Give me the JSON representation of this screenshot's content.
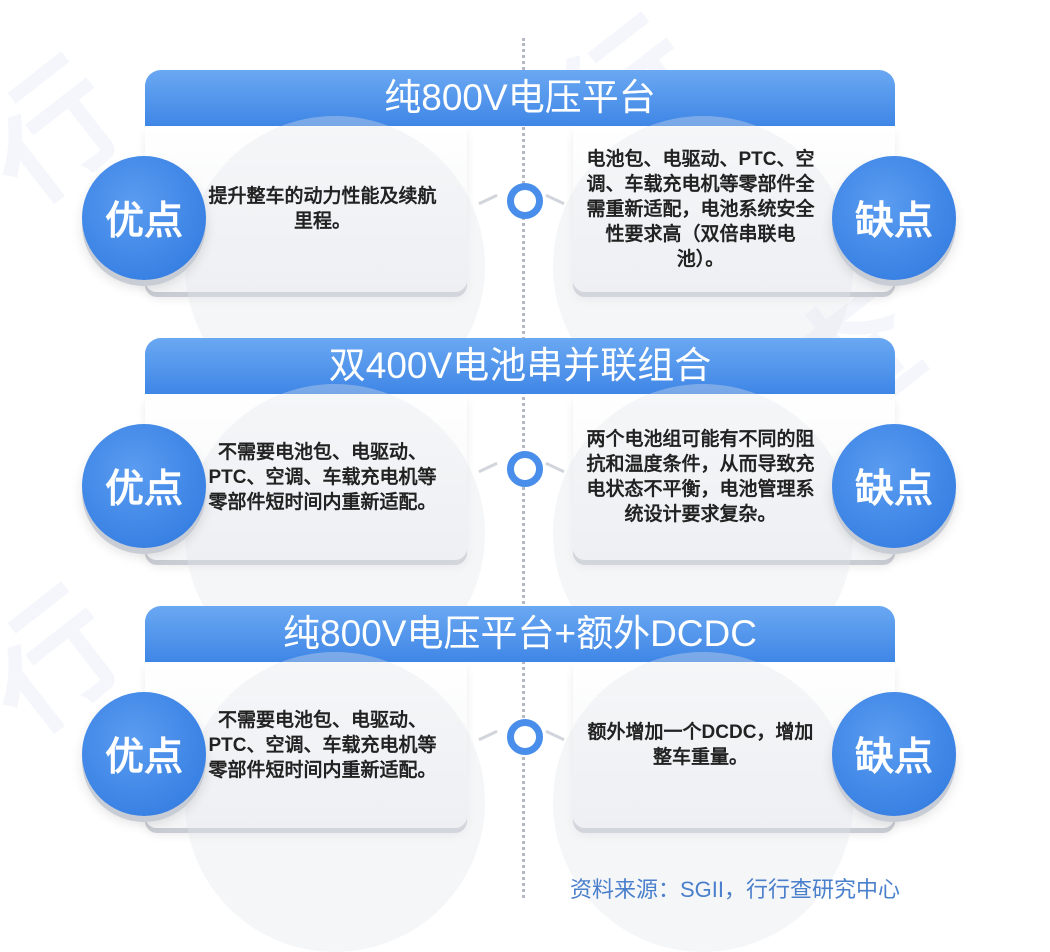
{
  "sections": [
    {
      "title": "纯800V电压平台",
      "pro_label": "优点",
      "pro_text": "提升整车的动力性能及续航里程。",
      "con_label": "缺点",
      "con_text": "电池包、电驱动、PTC、空调、车载充电机等零部件全需重新适配，电池系统安全性要求高（双倍串联电池）。"
    },
    {
      "title": "双400V电池串并联组合",
      "pro_label": "优点",
      "pro_text": "不需要电池包、电驱动、PTC、空调、车载充电机等零部件短时间内重新适配。",
      "con_label": "缺点",
      "con_text": "两个电池组可能有不同的阻抗和温度条件，从而导致充电状态不平衡，电池管理系统设计要求复杂。"
    },
    {
      "title": "纯800V电压平台+额外DCDC",
      "pro_label": "优点",
      "pro_text": "不需要电池包、电驱动、PTC、空调、车载充电机等零部件短时间内重新适配。",
      "con_label": "缺点",
      "con_text": "额外增加一个DCDC，增加整车重量。"
    }
  ],
  "footer": {
    "source": "资料来源：SGII，行行查研究中心"
  },
  "colors": {
    "accent": "#3f86e6",
    "accent_light": "#6aa8f2",
    "divider": "#b5b9c4"
  }
}
